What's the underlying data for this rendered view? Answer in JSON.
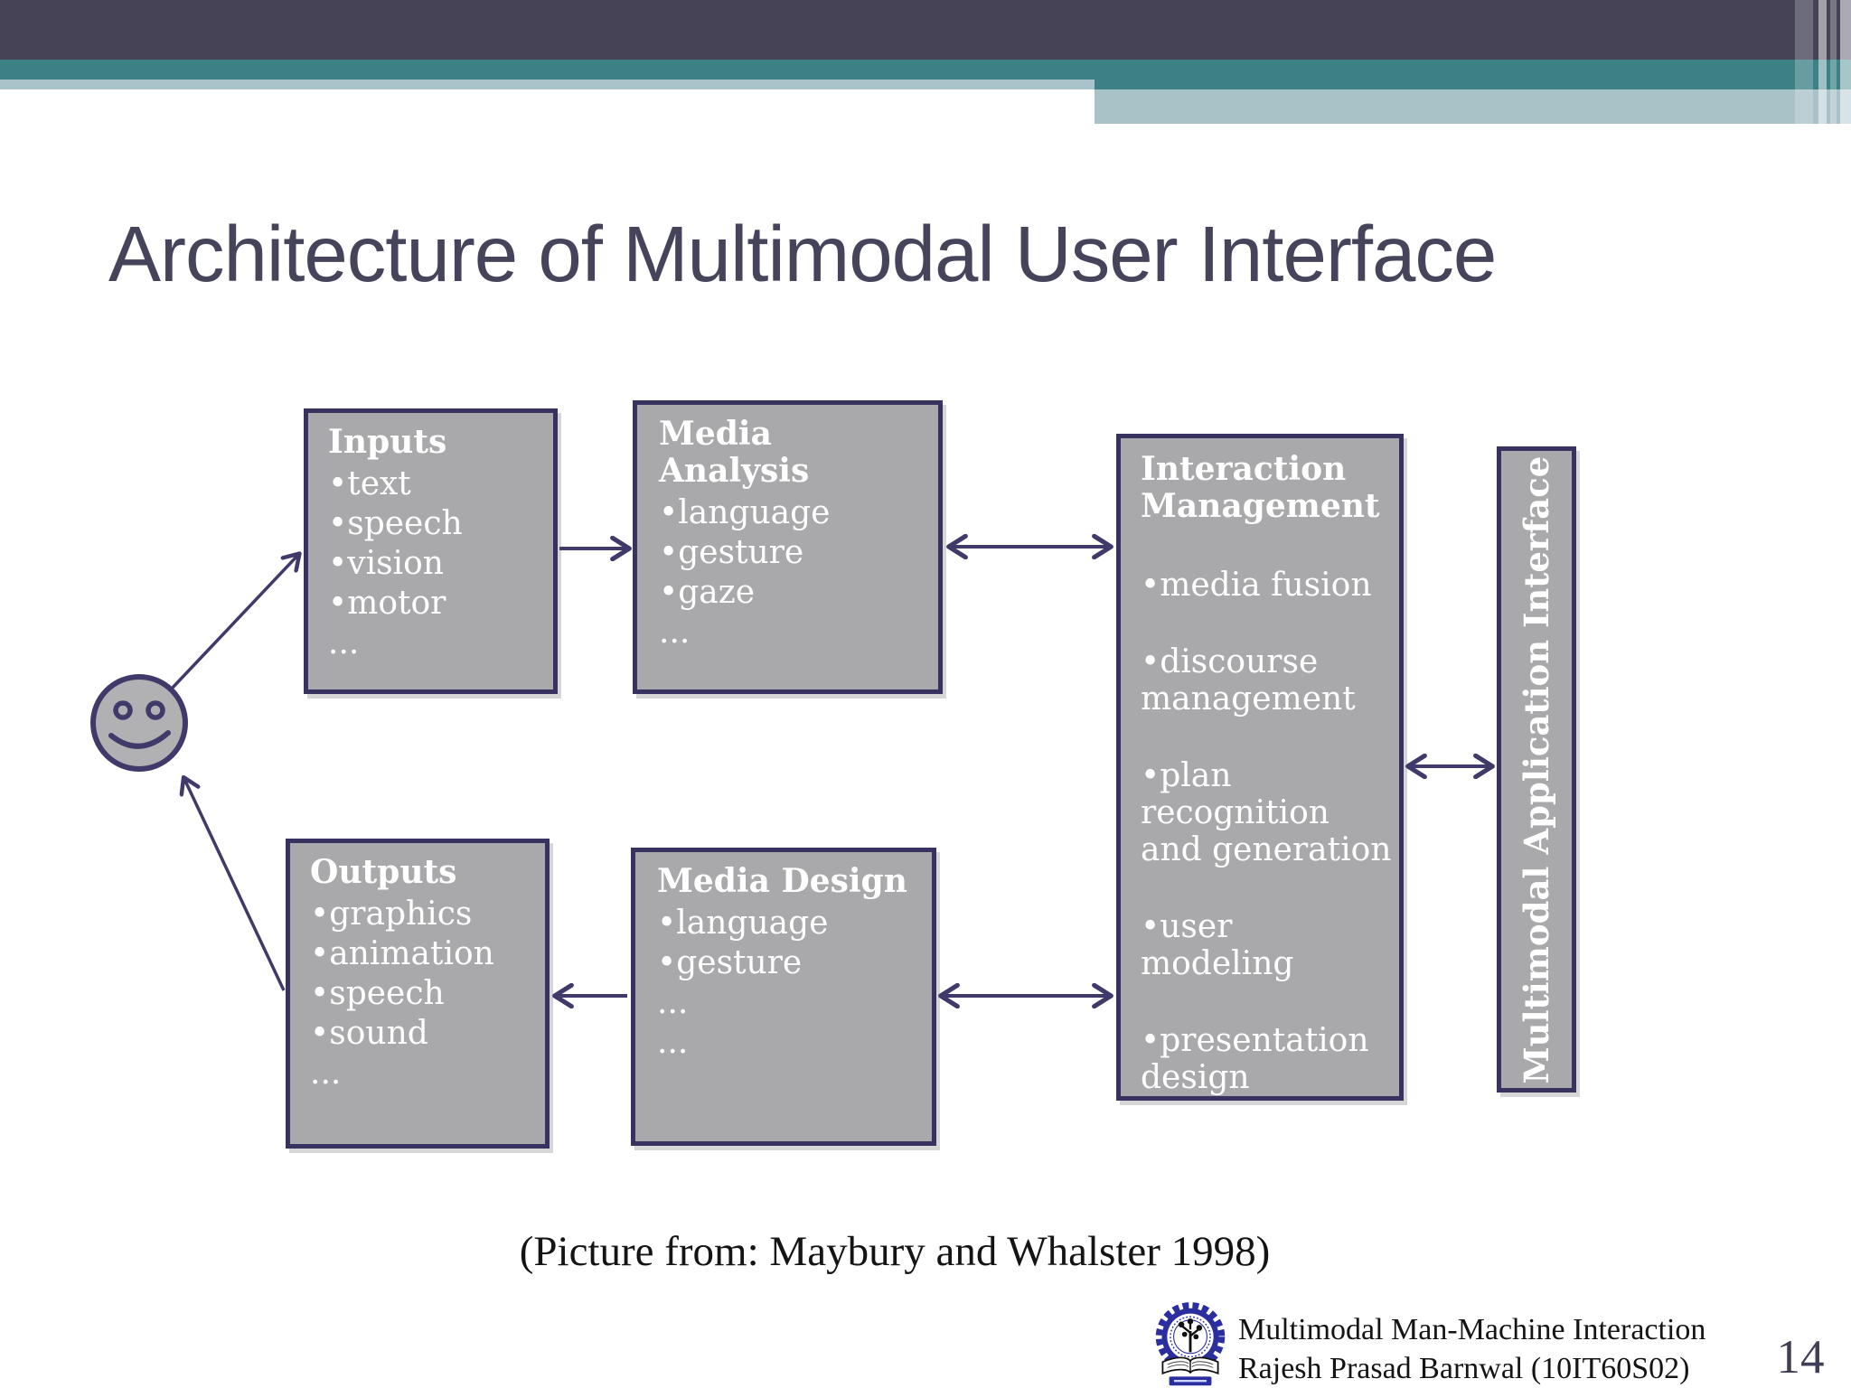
{
  "slide": {
    "title": "Architecture of Multimodal User Interface",
    "caption": "(Picture from: Maybury and Whalster 1998)",
    "page_number": "14",
    "footer": {
      "line1": "Multimodal Man-Machine Interaction",
      "line2": "Rajesh Prasad Barnwal (10IT60S02)",
      "logo": "iit-kharagpur-emblem"
    }
  },
  "diagram": {
    "user_icon": "smiley-face",
    "boxes": {
      "inputs": {
        "title": "Inputs",
        "lines": [
          "•text",
          "•speech",
          "•vision",
          "•motor",
          "..."
        ]
      },
      "media_analysis": {
        "title": "Media Analysis",
        "lines": [
          "•language",
          "•gesture",
          "•gaze",
          "..."
        ]
      },
      "interaction_management": {
        "title": "Interaction\nManagement",
        "items": [
          "•media fusion",
          "•discourse\nmanagement",
          "•plan recognition\nand generation",
          "•user modeling",
          "•presentation\ndesign"
        ]
      },
      "outputs": {
        "title": "Outputs",
        "lines": [
          "•graphics",
          "•animation",
          "•speech",
          "•sound",
          "..."
        ]
      },
      "media_design": {
        "title": "Media Design",
        "lines": [
          "•language",
          "•gesture",
          "...",
          "..."
        ]
      },
      "application_interface": {
        "title": "Multimodal Application Interface"
      }
    },
    "connections": [
      {
        "from": "user",
        "to": "inputs",
        "direction": "one-way"
      },
      {
        "from": "inputs",
        "to": "media_analysis",
        "direction": "one-way"
      },
      {
        "from": "media_analysis",
        "to": "interaction_management",
        "direction": "two-way"
      },
      {
        "from": "interaction_management",
        "to": "application_interface",
        "direction": "two-way"
      },
      {
        "from": "interaction_management",
        "to": "media_design",
        "direction": "two-way"
      },
      {
        "from": "media_design",
        "to": "outputs",
        "direction": "one-way"
      },
      {
        "from": "outputs",
        "to": "user",
        "direction": "one-way"
      }
    ],
    "colors": {
      "box_fill": "#a9a9ab",
      "box_border": "#37325f",
      "box_text": "#ffffff",
      "arrow": "#403a6a",
      "header_dark": "#454355",
      "header_teal": "#3d8186",
      "header_light": "#a8c3c9",
      "title_text": "#45445a"
    }
  }
}
